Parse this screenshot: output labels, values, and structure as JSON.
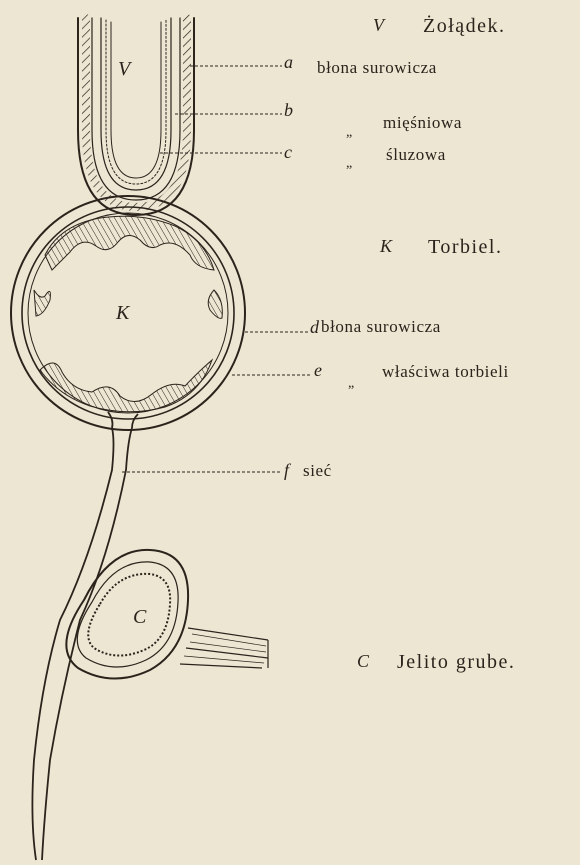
{
  "stomach": {
    "letter": "V",
    "title": "Żołądek."
  },
  "stomach_layers": [
    {
      "letter": "a",
      "ditto": "",
      "text": "błona surowicza"
    },
    {
      "letter": "b",
      "ditto": "„",
      "text": "mięśniowa"
    },
    {
      "letter": "c",
      "ditto": "„",
      "text": "śluzowa"
    }
  ],
  "cyst": {
    "letter": "K",
    "title": "Torbiel."
  },
  "cyst_layers": [
    {
      "letter": "d",
      "ditto": "",
      "text": "błona surowicza"
    },
    {
      "letter": "e",
      "ditto": "„",
      "text": "właściwa torbieli"
    }
  ],
  "omentum": {
    "letter": "f",
    "text": "sieć"
  },
  "colon": {
    "letter": "C",
    "title": "Jelito grube."
  },
  "inner_labels": {
    "stomach": "V",
    "cyst": "K",
    "colon": "C"
  },
  "colors": {
    "paper": "#ede6d3",
    "ink": "#2a241c"
  }
}
